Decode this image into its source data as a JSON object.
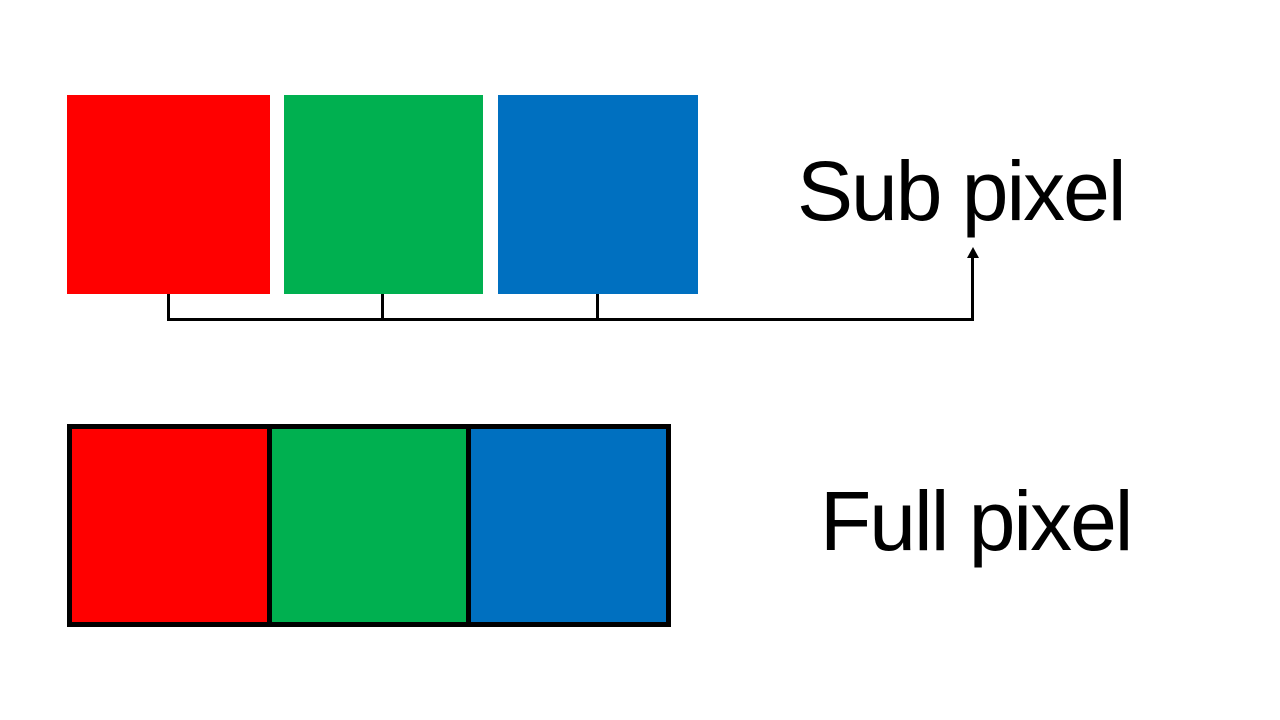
{
  "page": {
    "background": "#ffffff",
    "text_color": "#000000"
  },
  "diagram": {
    "sub_pixel": {
      "label": "Sub pixel",
      "segments": [
        {
          "name": "red",
          "color": "#ff0000"
        },
        {
          "name": "green",
          "color": "#00b050"
        },
        {
          "name": "blue",
          "color": "#0070c0"
        }
      ]
    },
    "full_pixel": {
      "label": "Full pixel",
      "border_color": "#000000",
      "segments": [
        {
          "name": "red",
          "color": "#ff0000"
        },
        {
          "name": "green",
          "color": "#00b050"
        },
        {
          "name": "blue",
          "color": "#0070c0"
        }
      ]
    },
    "connector": {
      "color": "#000000"
    }
  }
}
